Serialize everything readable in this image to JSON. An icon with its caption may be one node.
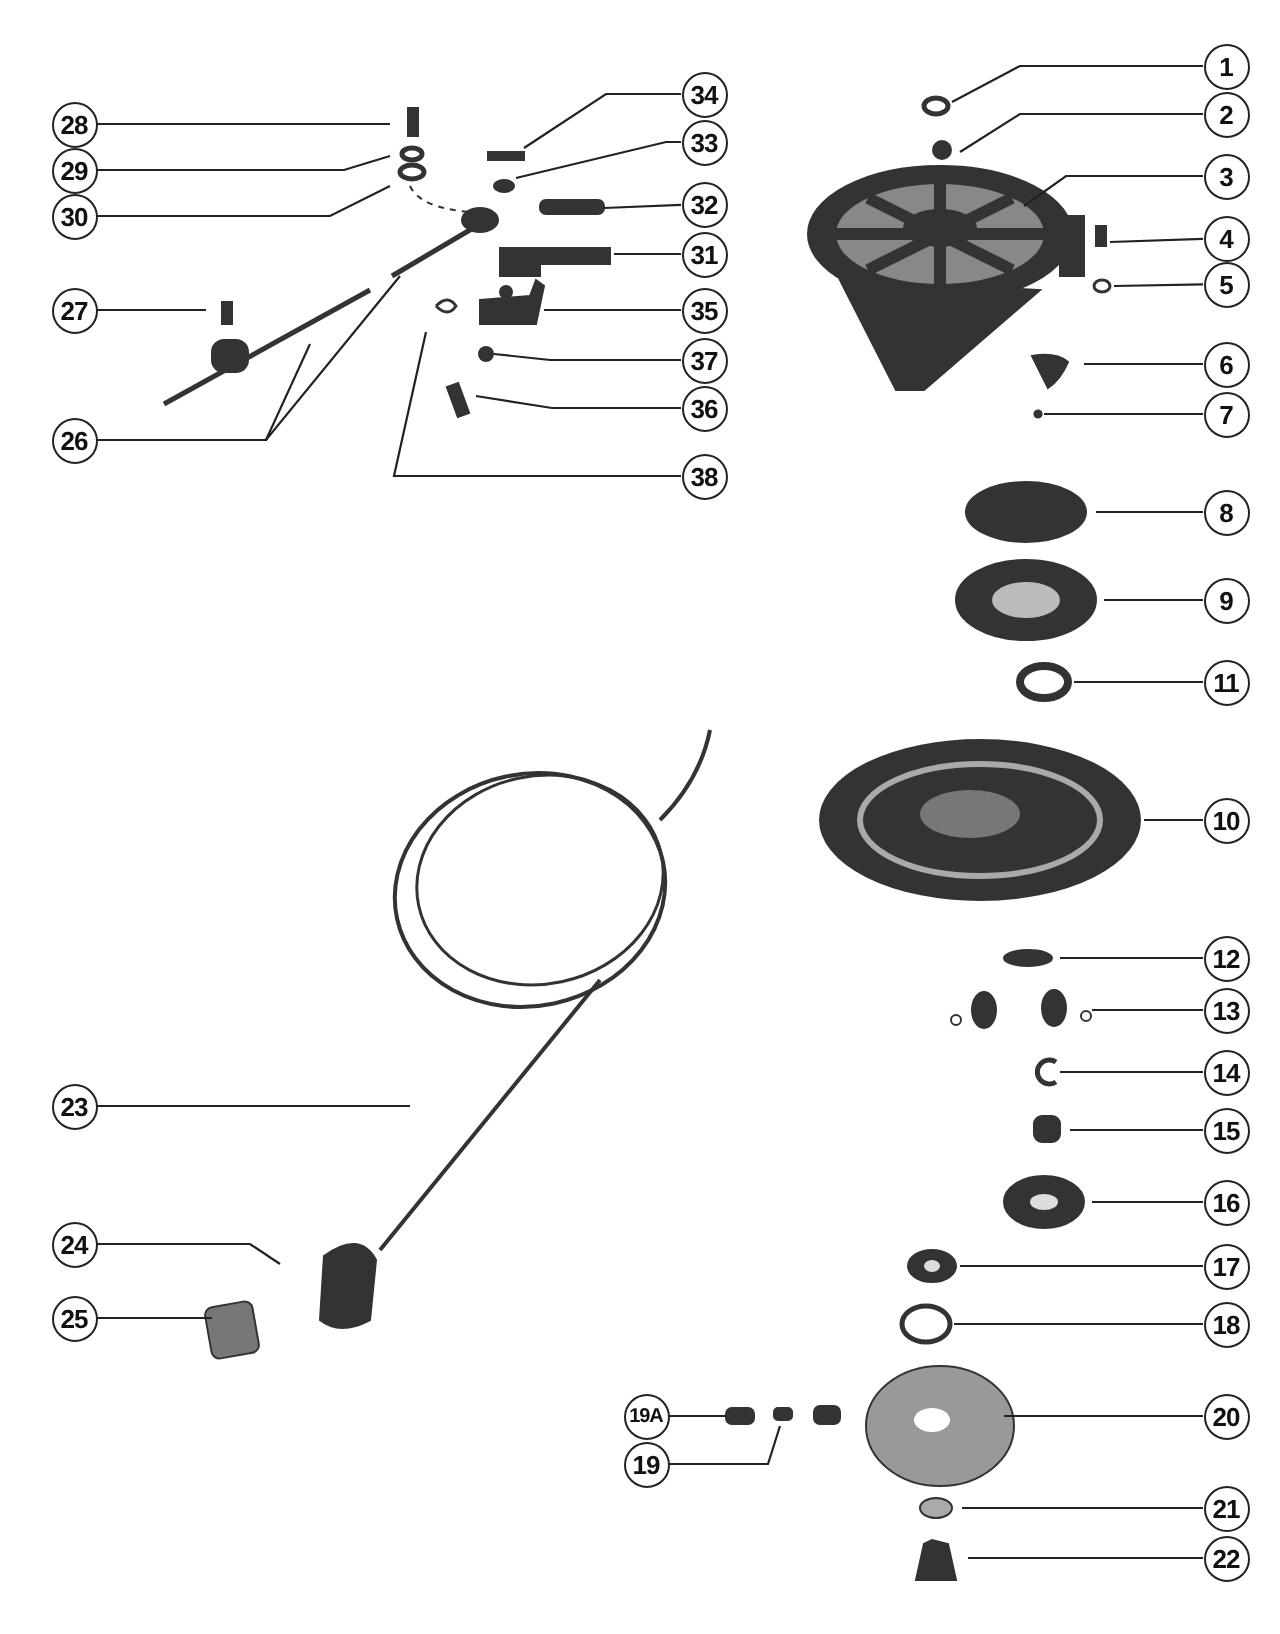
{
  "diagram": {
    "nodes": [
      {
        "text": [
          "28"
        ]
      },
      {
        "text": [
          "34"
        ]
      },
      {
        "text": [
          "1"
        ]
      },
      {
        "text": [
          "2"
        ]
      },
      {
        "text": [
          "29"
        ]
      },
      {
        "text": [
          "33"
        ]
      },
      {
        "text": [
          "3"
        ]
      },
      {
        "text": [
          "32"
        ]
      },
      {
        "text": [
          "30"
        ]
      },
      {
        "text": [
          "4"
        ]
      },
      {
        "text": [
          "31"
        ]
      },
      {
        "text": [
          "5"
        ]
      },
      {
        "text": [
          "27"
        ]
      },
      {
        "text": [
          "35"
        ]
      },
      {
        "text": [
          "37"
        ]
      },
      {
        "text": [
          "6"
        ]
      },
      {
        "text": [
          "36"
        ]
      },
      {
        "text": [
          "7"
        ]
      },
      {
        "text": [
          "26"
        ]
      },
      {
        "text": [
          "38"
        ]
      },
      {
        "text": [
          "8"
        ]
      },
      {
        "text": [
          "9"
        ]
      },
      {
        "text": [
          "11"
        ]
      },
      {
        "text": [
          "10"
        ]
      },
      {
        "text": [
          "12"
        ]
      },
      {
        "text": [
          "13"
        ]
      },
      {
        "text": [
          "14"
        ]
      },
      {
        "text": [
          "23"
        ]
      },
      {
        "text": [
          "15"
        ]
      },
      {
        "text": [
          "16"
        ]
      },
      {
        "text": [
          "24"
        ]
      },
      {
        "text": [
          "17"
        ]
      },
      {
        "text": [
          "25"
        ]
      },
      {
        "text": [
          "18"
        ]
      },
      {
        "text": [
          "19A"
        ]
      },
      {
        "text": [
          "20"
        ]
      },
      {
        "text": [
          "19"
        ]
      },
      {
        "text": [
          "21"
        ]
      },
      {
        "text": [
          "22"
        ]
      }
    ],
    "edges": [
      {
        "from": 0,
        "to": null,
        "arrow": "none"
      },
      {
        "from": 1,
        "to": null,
        "arrow": "none"
      },
      {
        "from": 2,
        "to": null,
        "arrow": "none"
      },
      {
        "from": 3,
        "to": null,
        "arrow": "none"
      },
      {
        "from": 4,
        "to": null,
        "arrow": "none"
      },
      {
        "from": 5,
        "to": null,
        "arrow": "none"
      },
      {
        "from": 6,
        "to": null,
        "arrow": "none"
      },
      {
        "from": 7,
        "to": null,
        "arrow": "none"
      },
      {
        "from": 8,
        "to": null,
        "arrow": "none"
      },
      {
        "from": 9,
        "to": null,
        "arrow": "none"
      },
      {
        "from": 10,
        "to": null,
        "arrow": "none"
      },
      {
        "from": 11,
        "to": null,
        "arrow": "none"
      },
      {
        "from": 12,
        "to": null,
        "arrow": "none"
      },
      {
        "from": 13,
        "to": null,
        "arrow": "none"
      },
      {
        "from": 14,
        "to": null,
        "arrow": "none"
      },
      {
        "from": 15,
        "to": null,
        "arrow": "none"
      },
      {
        "from": 16,
        "to": null,
        "arrow": "none"
      },
      {
        "from": 17,
        "to": null,
        "arrow": "none"
      },
      {
        "from": 18,
        "to": null,
        "arrow": "none"
      },
      {
        "from": 18,
        "to": null,
        "arrow": "none"
      },
      {
        "from": 19,
        "to": null,
        "arrow": "none"
      },
      {
        "from": 20,
        "to": null,
        "arrow": "none"
      },
      {
        "from": 21,
        "to": null,
        "arrow": "none"
      },
      {
        "from": 22,
        "to": null,
        "arrow": "none"
      },
      {
        "from": 23,
        "to": null,
        "arrow": "none"
      },
      {
        "from": 24,
        "to": null,
        "arrow": "none"
      },
      {
        "from": 25,
        "to": null,
        "arrow": "none"
      },
      {
        "from": 26,
        "to": null,
        "arrow": "none"
      },
      {
        "from": 27,
        "to": null,
        "arrow": "none"
      },
      {
        "from": 28,
        "to": null,
        "arrow": "none"
      },
      {
        "from": 29,
        "to": null,
        "arrow": "none"
      },
      {
        "from": 30,
        "to": null,
        "arrow": "none"
      },
      {
        "from": 31,
        "to": null,
        "arrow": "none"
      },
      {
        "from": 32,
        "to": null,
        "arrow": "none"
      },
      {
        "from": 33,
        "to": null,
        "arrow": "none"
      },
      {
        "from": 34,
        "to": null,
        "arrow": "none"
      },
      {
        "from": 35,
        "to": null,
        "arrow": "none"
      },
      {
        "from": 36,
        "to": null,
        "arrow": "none"
      },
      {
        "from": 37,
        "to": null,
        "arrow": "none"
      },
      {
        "from": 38,
        "to": null,
        "arrow": "none"
      }
    ]
  }
}
